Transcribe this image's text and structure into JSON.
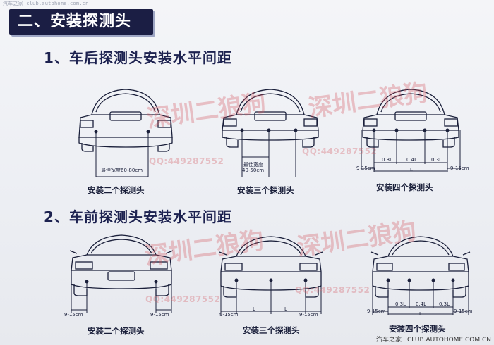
{
  "top_watermark": "汽车之家 club.autohome.com.cn",
  "section_title": "二、安装探测头",
  "rear_section": {
    "heading": "1、车后探测头安装水平间距",
    "two_sensor": {
      "spacing_label": "最佳宽度60-80cm",
      "caption": "安装二个探测头"
    },
    "three_sensor": {
      "spacing_label_line1": "最佳宽度",
      "spacing_label_line2": "40-50cm",
      "caption": "安装三个探测头"
    },
    "four_sensor": {
      "edge_left": "9-15cm",
      "edge_right": "9-15cm",
      "gap_a": "0.3L",
      "gap_b": "0.4L",
      "gap_c": "0.3L",
      "total": "L",
      "caption": "安装四个探测头"
    }
  },
  "front_section": {
    "heading": "2、车前探测头安装水平间距",
    "two_sensor": {
      "edge_left": "9-15cm",
      "edge_right": "9-15cm",
      "caption": "安装二个探测头"
    },
    "three_sensor": {
      "edge_left": "9-15cm",
      "edge_right": "9-15cm",
      "gap_a": "L",
      "gap_b": "L",
      "caption": "安装三个探测头"
    },
    "four_sensor": {
      "edge_left": "9-15cm",
      "edge_right": "9-15cm",
      "gap_a": "0.3L",
      "gap_b": "0.4L",
      "gap_c": "0.3L",
      "total": "L",
      "caption": "安装四个探测头"
    }
  },
  "watermarks": {
    "text": "深圳二狼狗",
    "qq": "QQ:449287552"
  },
  "footer": {
    "site_cn": "汽车之家",
    "site_url": "CLUB.AUTOHOME.COM.CN"
  },
  "colors": {
    "title_bg": "#1b1e44",
    "ink": "#1a1f3a",
    "watermark": "#d65860"
  }
}
